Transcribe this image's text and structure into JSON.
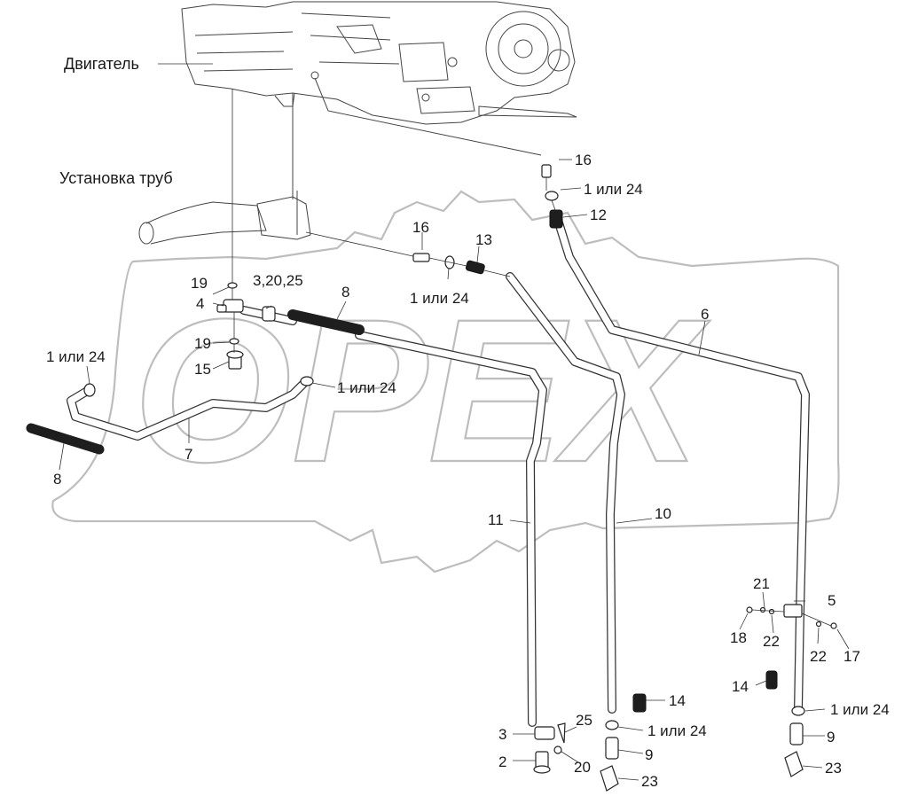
{
  "labels": {
    "engine": "Двигатель",
    "pipe_install": "Установка труб",
    "l16_top": "16",
    "l1or24_top": "1 или 24",
    "l12": "12",
    "l16_mid": "16",
    "l13": "13",
    "l1or24_mid": "1 или 24",
    "l19_top": "19",
    "l3_20_25": "3,20,25",
    "l8_top": "8",
    "l4": "4",
    "l6": "6",
    "l1or24_left": "1 или 24",
    "l19_bot": "19",
    "l15": "15",
    "l1or24_center": "1 или 24",
    "l7": "7",
    "l8_left": "8",
    "l11": "11",
    "l10": "10",
    "l21": "21",
    "l5": "5",
    "l18": "18",
    "l22_a": "22",
    "l22_b": "22",
    "l17": "17",
    "l14_right": "14",
    "l14_mid": "14",
    "l1or24_r": "1 или 24",
    "l3_bot": "3",
    "l25": "25",
    "l1or24_b": "1 или 24",
    "l9_mid": "9",
    "l9_right": "9",
    "l2": "2",
    "l20": "20",
    "l23_mid": "23",
    "l23_right": "23"
  },
  "watermark": "OPEX",
  "colors": {
    "ink": "#1a1a1a",
    "watermark": "#bdbdbd"
  }
}
